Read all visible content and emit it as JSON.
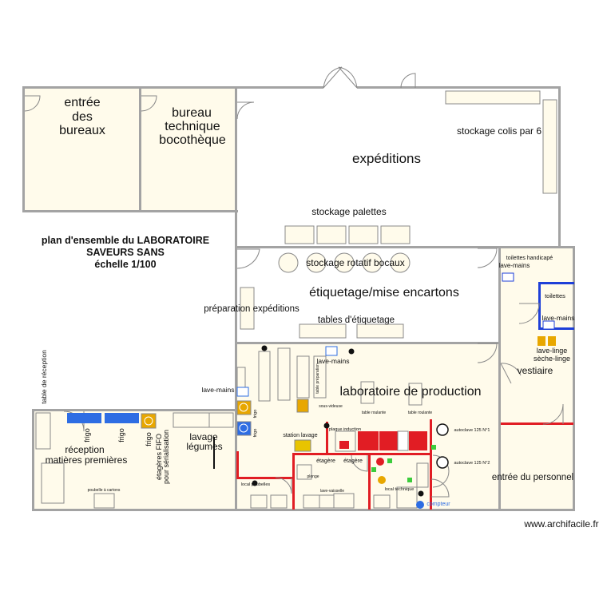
{
  "plan": {
    "title_lines": [
      "plan d'ensemble du LABORATOIRE",
      "SAVEURS SANS",
      "échelle 1/100"
    ],
    "watermark": "www.archifacile.fr"
  },
  "rooms": {
    "entree_bureaux": [
      "entrée",
      "des",
      "bureaux"
    ],
    "bureau_technique": [
      "bureau",
      "technique",
      "bocothèque"
    ],
    "expeditions": "expéditions",
    "etiquetage": "étiquetage/mise encartons",
    "laboratoire": "laboratoire de production",
    "reception": [
      "réception",
      "matières premières"
    ],
    "lavage_legumes": [
      "lavage",
      "légumes"
    ],
    "vestiaire": "vestiaire",
    "entree_personnel": "entrée du personnel",
    "toilettes_handicape": "toilettes handicapé",
    "toilettes": "toilettes",
    "local_poubelles": "local poubelles",
    "local_technique": "local technique",
    "plonge": "plonge"
  },
  "labels": {
    "stockage_colis": "stockage colis par 6",
    "stockage_palettes": "stockage palettes",
    "stockage_rotatif": "stockage rotatif bocaux",
    "preparation_expeditions": "préparation expéditions",
    "tables_etiquetage": "tables d'étiquetage",
    "lave_mains_1": "lave-mains",
    "lave_mains_2": "lave-mains",
    "lave_mains_3": "lave-mains",
    "lave_mains_4": "lave-mains",
    "lave_linge": "lave-linge",
    "seche_linge": "sèche-linge",
    "table_reception": "table de réception",
    "frigo_1": "frigo",
    "frigo_2": "frigo",
    "frigo_3": "frigo",
    "frigo_4": "frigo",
    "frigo_5": "frigo",
    "etageres_fifo": "étagères FIFO",
    "pour_serialisation": "pour sérialisation",
    "poubelle_cartons": "poubelle à cartons",
    "station_lavage": "station lavage",
    "sous_videuse": "sous-videuse",
    "table_roulante_1": "table roulante",
    "table_roulante_2": "table roulante",
    "table_preparation": "table préparation",
    "plaque_induction": "plaque induction",
    "autoclave_1": "autoclave 125 N°1",
    "autoclave_2": "autoclave 125 N°2",
    "etagere_1": "étagère",
    "etagere_2": "étagère",
    "lave_vaisselle": "lave-vaisselle",
    "compteur": "compteur"
  }
}
